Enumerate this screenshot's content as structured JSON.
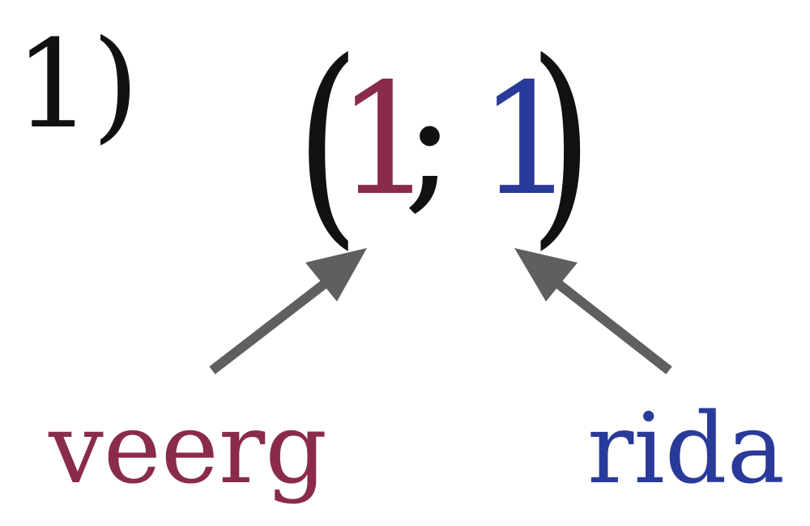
{
  "item_label": "1)",
  "expression": {
    "open_paren": "(",
    "x_value": "1",
    "separator": ";",
    "y_value": "1",
    "close_paren": ")"
  },
  "labels": {
    "x_name": "veerg",
    "y_name": "rida"
  },
  "colors": {
    "text": "#111111",
    "x_color": "#8a2a4c",
    "y_color": "#2a3a9a",
    "arrow": "#5f5f5f"
  }
}
